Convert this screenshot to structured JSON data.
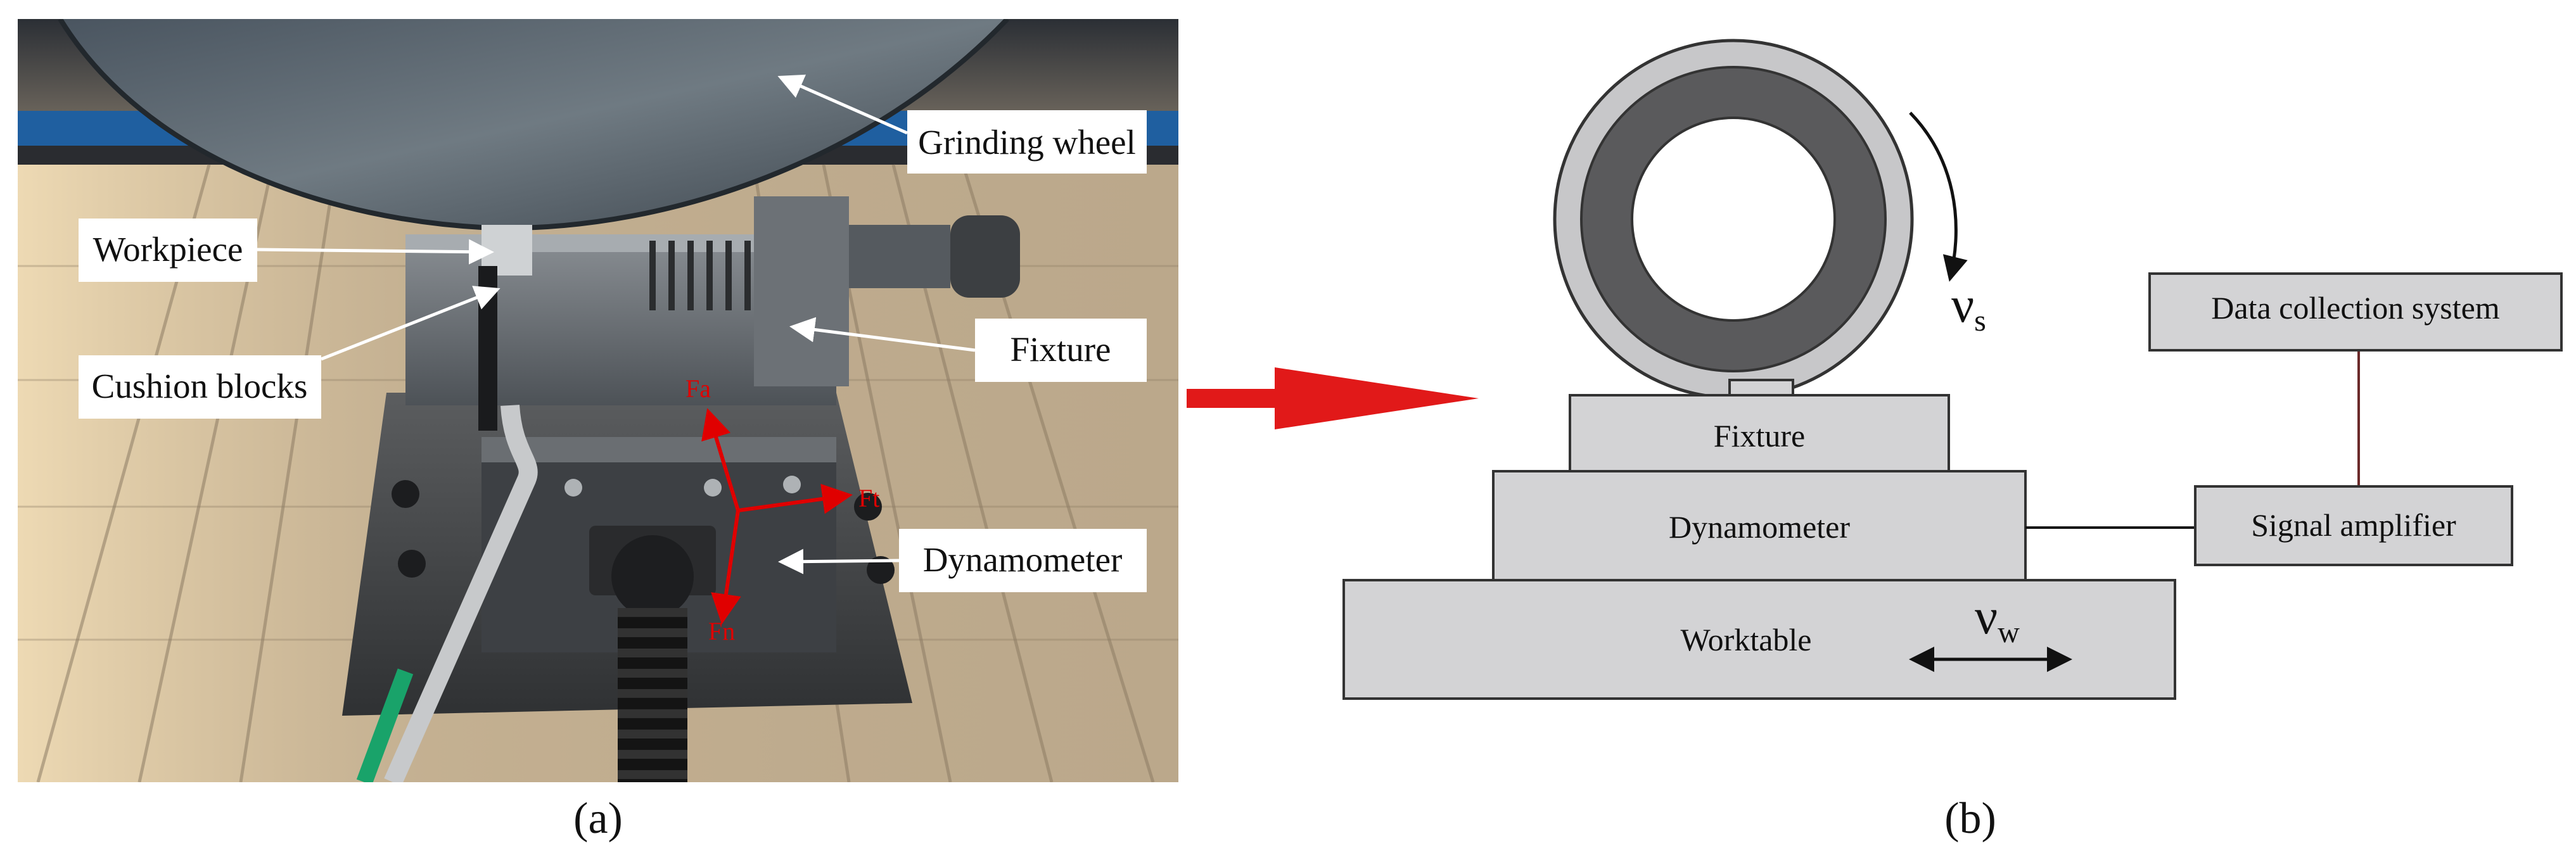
{
  "panel_a": {
    "caption": "(a)",
    "labels": {
      "grinding_wheel": "Grinding wheel",
      "workpiece": "Workpiece",
      "cushion_blocks": "Cushion blocks",
      "fixture": "Fixture",
      "dynamometer": "Dynamometer"
    },
    "forces": {
      "fa": "Fa",
      "ft": "Ft",
      "fn": "Fn"
    }
  },
  "panel_b": {
    "caption": "(b)",
    "blocks": {
      "fixture": "Fixture",
      "dynamometer": "Dynamometer",
      "worktable": "Worktable",
      "data_collection": "Data collection system",
      "signal_amplifier": "Signal amplifier"
    },
    "symbols": {
      "wheel_speed": "ν",
      "wheel_speed_sub": "s",
      "work_speed": "ν",
      "work_speed_sub": "w"
    }
  },
  "colors": {
    "arrow_red": "#e11919",
    "block_fill": "#d3d3d5",
    "wheel_dark": "#5a5a5c",
    "wheel_light": "#c7c7c9"
  }
}
